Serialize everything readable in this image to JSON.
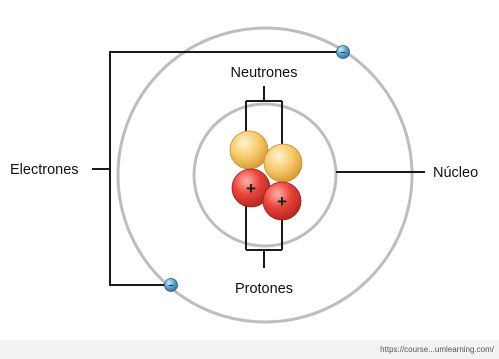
{
  "diagram": {
    "labels": {
      "neutrones": "Neutrones",
      "protones": "Protones",
      "electrones": "Electrones",
      "nucleo": "Núcleo"
    },
    "proton_sign": "+",
    "electron_sign": "−",
    "source": "https://course...umlearning.com/",
    "colors": {
      "background": "#f3f3f3",
      "panel": "#ffffff",
      "orbit": "#bdbdbd",
      "line": "#1a1a1a",
      "neutron": "#f6c96a",
      "proton": "#e8453c",
      "electron": "#5a9fcf"
    }
  }
}
